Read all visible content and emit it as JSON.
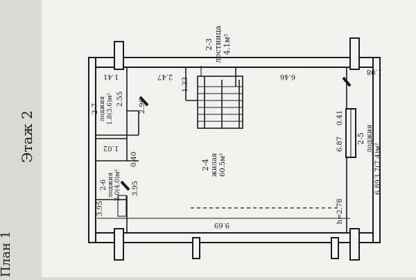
{
  "page": {
    "side_title": "Этаж 2",
    "side_title_partial": "План 1"
  },
  "rooms": [
    {
      "id": "2-3",
      "name": "лестница",
      "area": "4.1м²"
    },
    {
      "id": "2-4",
      "name": "жилая",
      "area": "60.5м²"
    },
    {
      "id": "2-5",
      "name": "лоджия",
      "area": "3.7(7.4)м²"
    },
    {
      "id": "2-6",
      "name": "лоджия",
      "area": "2.0(4.0)м²"
    },
    {
      "id": "2-7",
      "name": "лоджия",
      "area": "1.8(3.6)м²"
    }
  ],
  "dimensions": {
    "top_left": "1.41",
    "top_mid": "2.47",
    "top_right": "6.46",
    "top_far_right": "1.08",
    "stair_width": "1.33",
    "loggia_27_width": "2.55",
    "loggia_27_len": "2.96",
    "door_04": "0.40",
    "left_102": "1.02",
    "left_395a": "3.95",
    "left_395b": "3.95",
    "bottom": "9.69",
    "height_label": "h=2.78",
    "right_041": "0.41",
    "right_687": "6.87",
    "right_689": "6.89"
  },
  "colors": {
    "paper": "#f4f4f2",
    "ink": "#1a1a1a",
    "background": "#d9d9d6"
  }
}
